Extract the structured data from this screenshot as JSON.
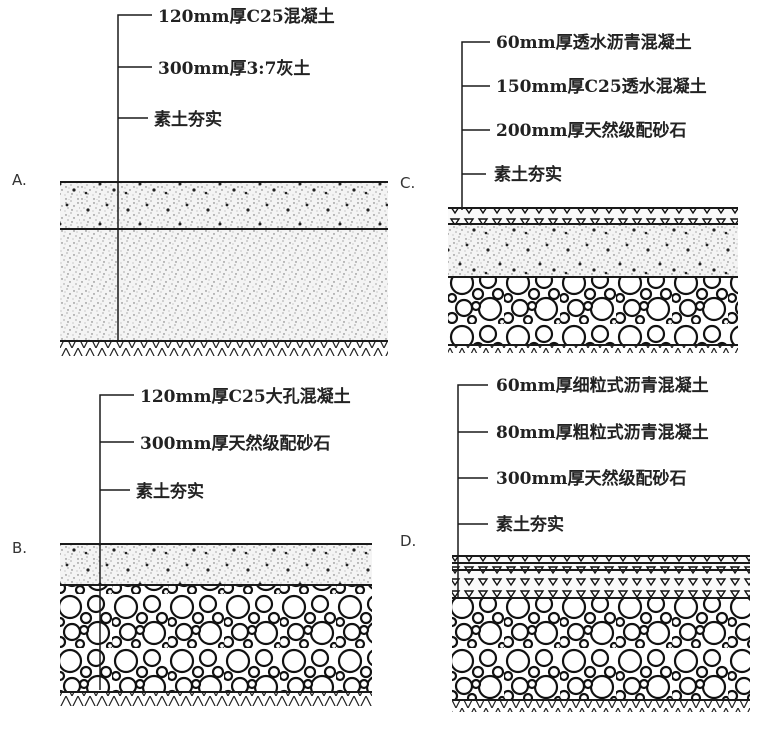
{
  "options": [
    {
      "letter": "A.",
      "labels": [
        "120mm厚C25混凝土",
        "300mm厚3:7灰土",
        "素土夯实"
      ]
    },
    {
      "letter": "B.",
      "labels": [
        "120mm厚C25大孔混凝土",
        "300mm厚天然级配砂石",
        "素土夯实"
      ]
    },
    {
      "letter": "C.",
      "labels": [
        "60mm厚透水沥青混凝土",
        "150mm厚C25透水混凝土",
        "200mm厚天然级配砂石",
        "素土夯实"
      ]
    },
    {
      "letter": "D.",
      "labels": [
        "60mm厚细粒式沥青混凝土",
        "80mm厚粗粒式沥青混凝土",
        "300mm厚天然级配砂石",
        "素土夯实"
      ]
    }
  ]
}
